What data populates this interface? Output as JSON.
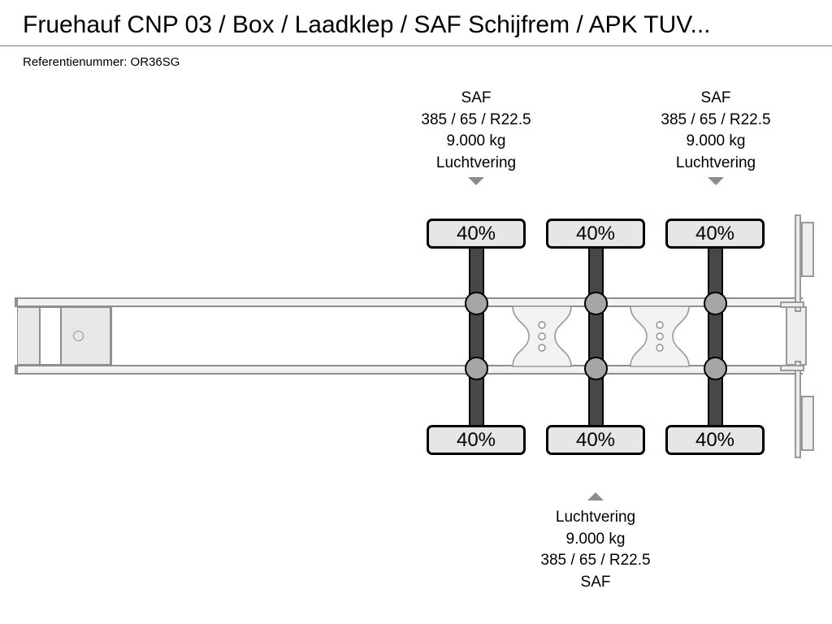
{
  "header": {
    "title": "Fruehauf CNP 03 / Box / Laadklep / SAF Schijfrem / APK TUV...",
    "reference_label": "Referentienummer: OR36SG"
  },
  "diagram": {
    "type": "semi-trailer-axle-layout",
    "vehicle": "Fruehauf CNP 03 semi-trailer",
    "axle_count": 3,
    "top_specs": [
      {
        "position": "axle-1-top",
        "brand": "SAF",
        "tyre": "385 / 65 / R22.5",
        "capacity": "9.000 kg",
        "suspension": "Luchtvering",
        "marker": "triangle-down"
      },
      {
        "position": "axle-2-top",
        "brand": "SAF",
        "tyre": "385 / 65 / R22.5",
        "capacity": "9.000 kg",
        "suspension": "Luchtvering",
        "marker": "triangle-down"
      }
    ],
    "bottom_specs": [
      {
        "position": "axle-2-bottom",
        "marker": "triangle-up",
        "suspension": "Luchtvering",
        "capacity": "9.000 kg",
        "tyre": "385 / 65 / R22.5",
        "brand": "SAF"
      }
    ],
    "tyre_tread": [
      {
        "axle": 1,
        "side": "top",
        "value": "40%"
      },
      {
        "axle": 2,
        "side": "top",
        "value": "40%"
      },
      {
        "axle": 3,
        "side": "top",
        "value": "40%"
      },
      {
        "axle": 1,
        "side": "bottom",
        "value": "40%"
      },
      {
        "axle": 2,
        "side": "bottom",
        "value": "40%"
      },
      {
        "axle": 3,
        "side": "bottom",
        "value": "40%"
      }
    ]
  },
  "colors": {
    "axle_bar": "#474747",
    "hub": "#a6a6a6",
    "pct_box_fill": "#e6e6e6",
    "rail_fill": "#f2f2f2",
    "rail_stroke": "#8e8e8e",
    "marker": "#8c8c8c",
    "text": "#000000",
    "background": "#ffffff"
  }
}
